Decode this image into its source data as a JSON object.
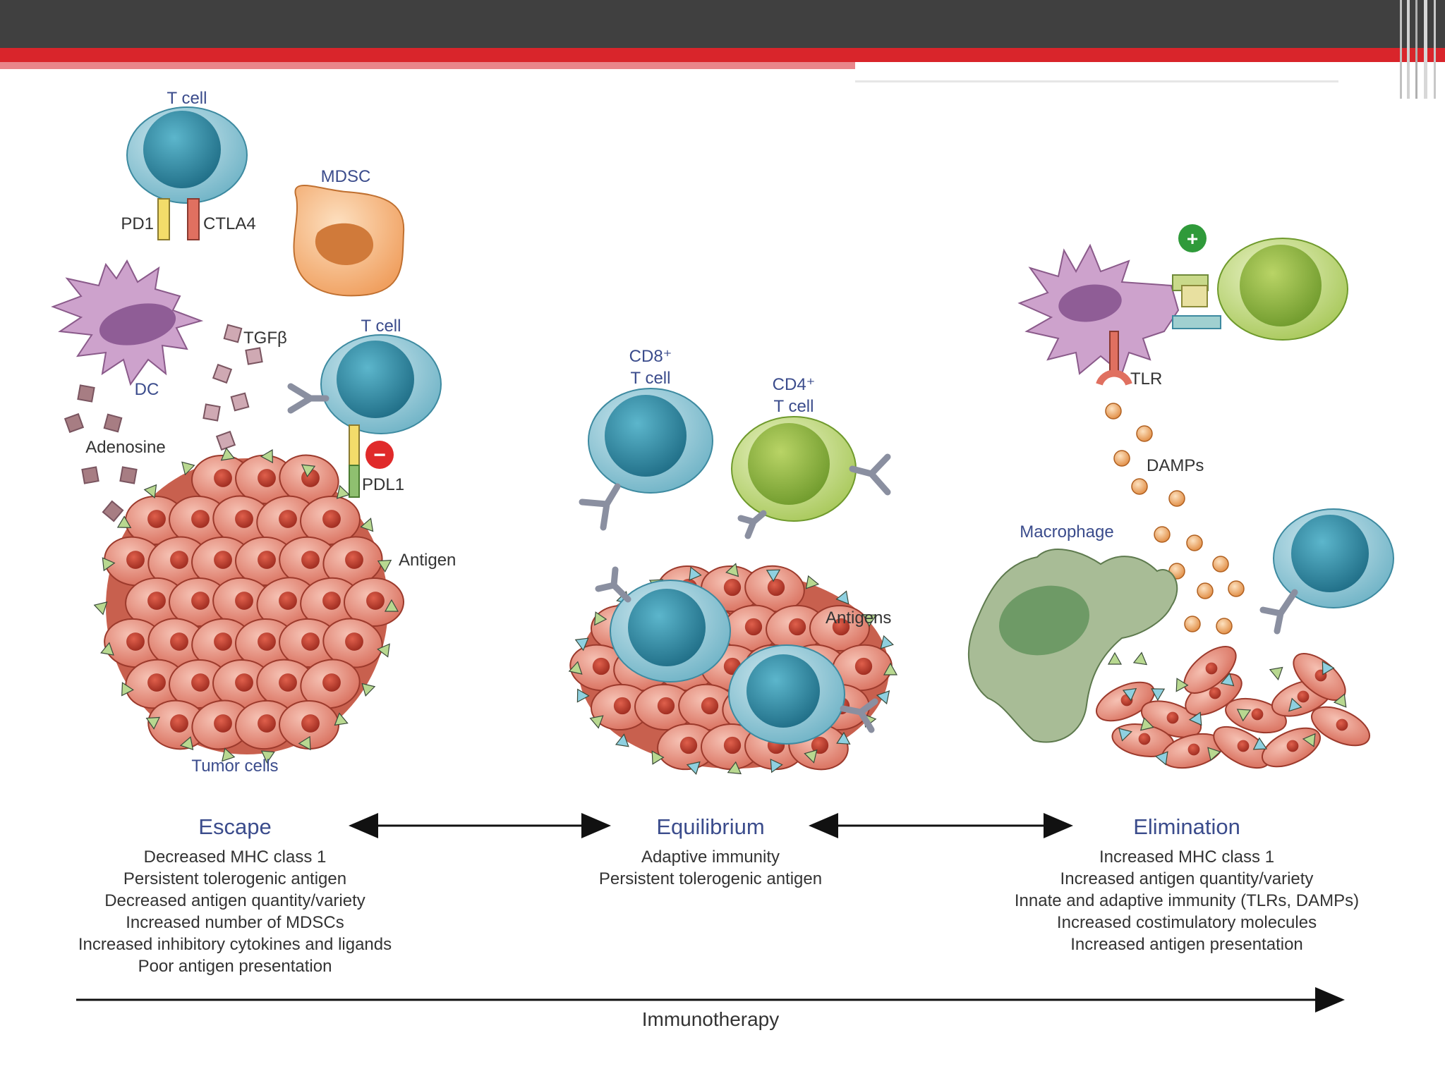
{
  "labels": {
    "t_cell_top": "T cell",
    "pd1": "PD1",
    "ctla4": "CTLA4",
    "mdsc": "MDSC",
    "tgfb": "TGFβ",
    "dc": "DC",
    "t_cell_mid": "T cell",
    "adenosine": "Adenosine",
    "pdl1": "PDL1",
    "antigen": "Antigen",
    "tumor_cells": "Tumor cells",
    "cd8_line1": "CD8⁺",
    "cd8_line2": "T cell",
    "cd4_line1": "CD4⁺",
    "cd4_line2": "T cell",
    "antigens": "Antigens",
    "tlr": "TLR",
    "damps": "DAMPs",
    "macrophage": "Macrophage",
    "plus": "+",
    "minus": "−"
  },
  "phases": {
    "escape": {
      "title": "Escape",
      "items": [
        "Decreased MHC class 1",
        "Persistent tolerogenic antigen",
        "Decreased antigen quantity/variety",
        "Increased number of MDSCs",
        "Increased inhibitory cytokines and ligands",
        "Poor antigen presentation"
      ]
    },
    "equilibrium": {
      "title": "Equilibrium",
      "items": [
        "Adaptive immunity",
        "Persistent tolerogenic antigen"
      ]
    },
    "elimination": {
      "title": "Elimination",
      "items": [
        "Increased MHC class 1",
        "Increased antigen quantity/variety",
        "Innate and adaptive immunity (TLRs, DAMPs)",
        "Increased costimulatory molecules",
        "Increased antigen presentation"
      ]
    }
  },
  "bottom_arrow_label": "Immunotherapy",
  "colors": {
    "header": "#404040",
    "accent_red": "#d9252b",
    "label_blue": "#3b4c8c",
    "tcell_blue": "#4aa3b8",
    "cd4_green": "#a8c85a",
    "dc_purple": "#c99cc6",
    "mdsc_orange": "#f0a060",
    "tumor_red": "#e07a6a",
    "macrophage_green": "#9fb38a"
  }
}
